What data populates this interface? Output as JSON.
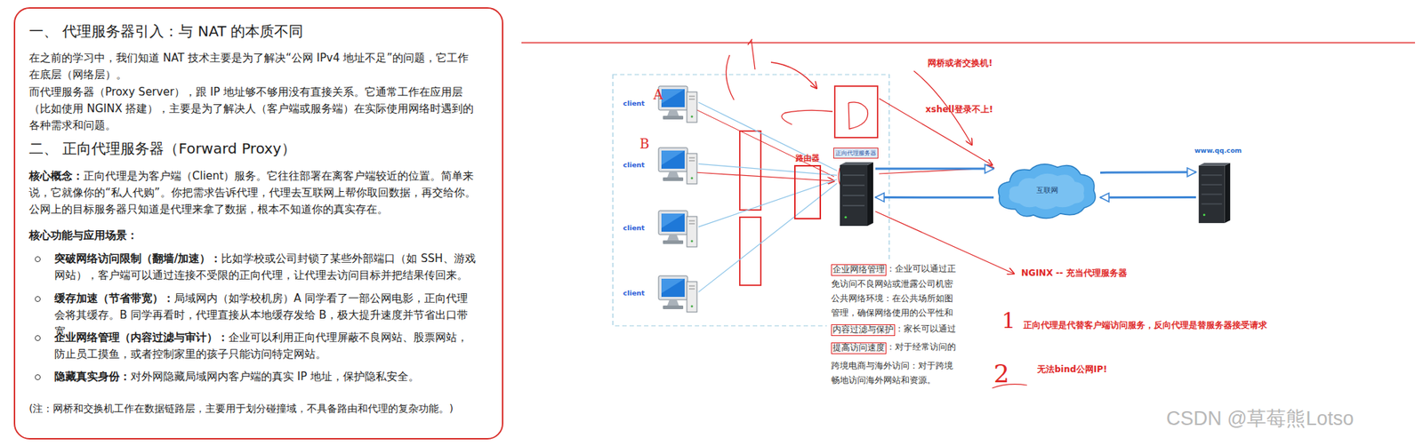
{
  "diagram": {
    "nodes": [
      {
        "text": [
          "一、 代理服务器引入：与 NAT 的本质不同",
          "在之前的学习中，我们知道 NAT 技术主要是为了解决“公网 IPv4 地址不足”的问题，它工作在底层（网络层）。",
          "而代理服务器（Proxy Server），跟 IP 地址够不够用没有直接关系。它通常工作在应用层（比如使用 NGINX 搭建），主要是为了解决人（客户端或服务端）在实际使用网络时遇到的各种需求和问题。",
          "二、 正向代理服务器（Forward Proxy）",
          "核心概念：",
          "正向代理是为客户端（Client）服务。它往往部署在离客户端较近的位置。简单来说，它就像你的“私人代购”。你把需求告诉代理，代理去互联网上帮你取回数据，再交给你。公网上的目标服务器只知道是代理来拿了数据，根本不知道你的真实存在。",
          "核心功能与应用场景：",
          "突破网络访问限制（翻墙/加速）：",
          "比如学校或公司封锁了某些外部端口（如 SSH、游戏网站），客户端可以通过连接不受限的正向代理，让代理去访问目标并把结果传回来。",
          "缓存加速（节省带宽）：",
          "局域网内（如学校机房）A 同学看了一部公网电影，正向代理会将其缓存。B 同学再看时，代理直接从本地缓存发给 B，极大提升速度并节省出口带宽。",
          "企业网络管理（内容过滤与审计）：",
          "企业可以利用正向代理屏蔽不良网站、股票网站，防止员工摸鱼，或者控制家里的孩子只能访问特定网站。",
          "隐藏真实身份：",
          "对外网隐藏局域网内客户端的真实 IP 地址，保护隐私安全。",
          "(注：网桥和交换机工作在数据链路层，主要用于划分碰撞域，不具备路由和代理的复杂功能。)"
        ]
      },
      {
        "text": [
          "client"
        ]
      },
      {
        "text": [
          "client"
        ]
      },
      {
        "text": [
          "client"
        ]
      },
      {
        "text": [
          "client"
        ]
      },
      {
        "text": [
          "路由器"
        ]
      },
      {
        "text": [
          "正向代理服务器"
        ]
      },
      {
        "text": [
          "互联网"
        ]
      },
      {
        "text": [
          "www.qq.com"
        ]
      }
    ],
    "edges": [
      {
        "from": 1,
        "to": 6,
        "arrow": "none"
      },
      {
        "from": 2,
        "to": 6,
        "arrow": "none"
      },
      {
        "from": 3,
        "to": 6,
        "arrow": "none"
      },
      {
        "from": 4,
        "to": 6,
        "arrow": "none"
      },
      {
        "from": 6,
        "to": 7,
        "arrow": "to"
      },
      {
        "from": 7,
        "to": 6,
        "arrow": "to"
      },
      {
        "from": 7,
        "to": 8,
        "arrow": "to"
      },
      {
        "from": 8,
        "to": 7,
        "arrow": "to"
      }
    ],
    "labels": [
      "A",
      "B",
      "网桥或者交换机!",
      "xshell登录不上!",
      "企业网络管理",
      "：企业可以通过正",
      "免访问不良网站或泄露公司机密",
      "公共网络环境：在公共场所如图",
      "管理，确保网络使用的公平性和",
      "内容过滤与保护",
      "：家长可以通过",
      "提高访问速度",
      "：对于经常访问的",
      "跨境电商与海外访问：对于跨境",
      "畅地访问海外网站和资源。",
      "NGINX -- 充当代理服务器",
      "1",
      "正向代理是代替客户端访问服务，反向代理是替服务器接受请求",
      "2",
      "无法bind公网IP!",
      "CSDN @草莓熊Lotso"
    ]
  }
}
